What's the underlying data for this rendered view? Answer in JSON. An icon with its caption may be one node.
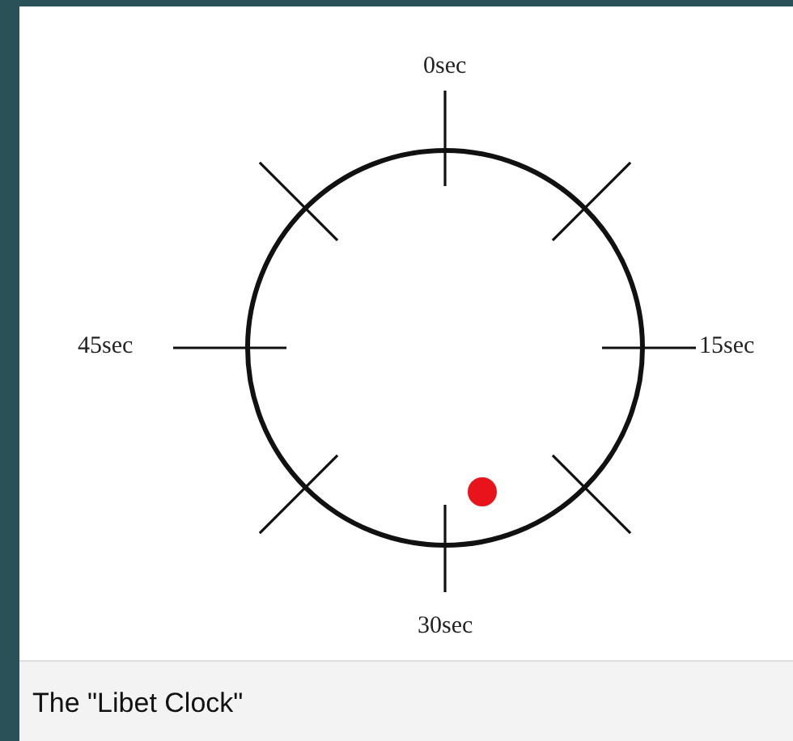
{
  "diagram": {
    "caption": "The \"Libet Clock\"",
    "labels": [
      "0sec",
      "45sec",
      "15sec",
      "30sec"
    ]
  }
}
